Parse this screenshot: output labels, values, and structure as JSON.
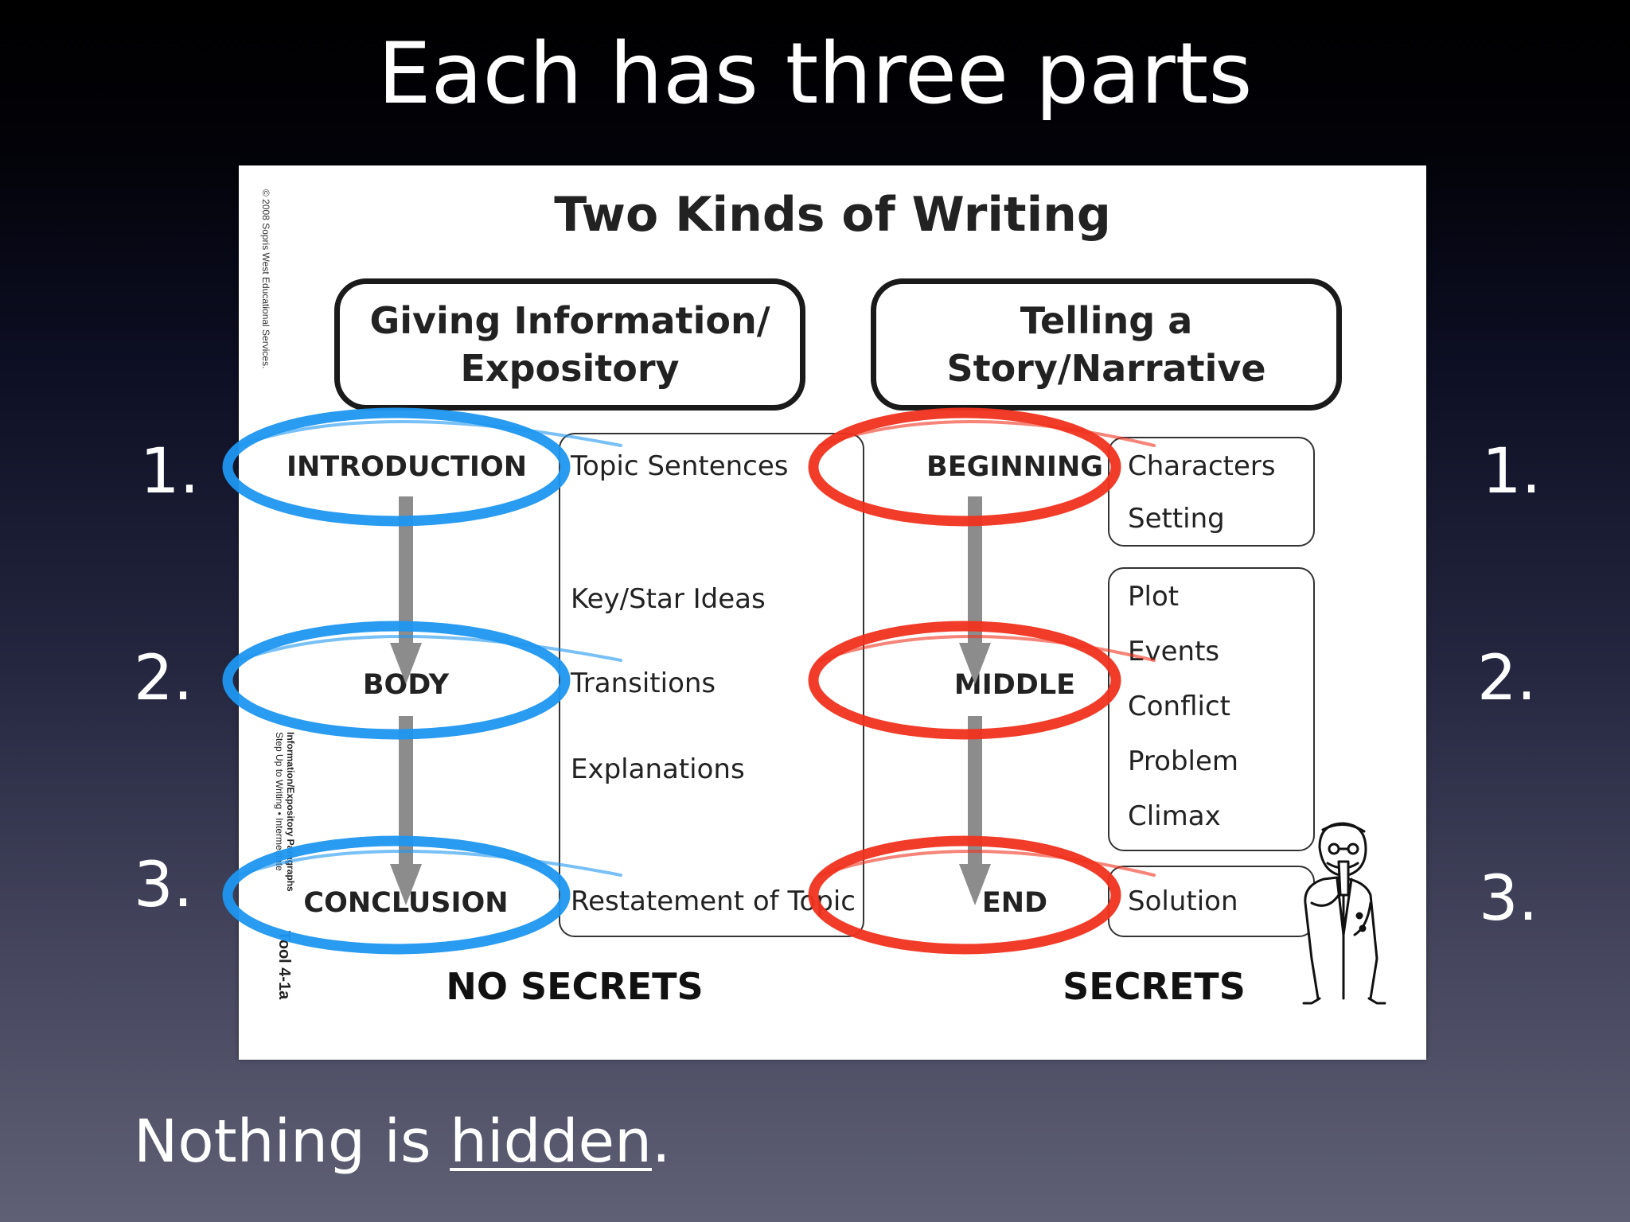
{
  "slide": {
    "title": "Each has three parts",
    "numbers_left": [
      "1.",
      "2.",
      "3."
    ],
    "numbers_right": [
      "1.",
      "2.",
      "3."
    ],
    "caption_prefix": "Nothing is ",
    "caption_emphasis": "hidden",
    "caption_suffix": "."
  },
  "card": {
    "title": "Two Kinds of Writing",
    "copyright": "© 2008 Sopris West Educational Services.",
    "side_note_line1": "Information/Expository Paragraphs",
    "side_note_line2": "Step Up to Writing • Intermediate",
    "tool_label": "Tool 4-1a",
    "expository": {
      "header_line1": "Giving Information/",
      "header_line2": "Expository",
      "stages": [
        "INTRODUCTION",
        "BODY",
        "CONCLUSION"
      ],
      "items": [
        "Topic Sentences",
        "Key/Star Ideas",
        "Transitions",
        "Explanations",
        "Restatement of Topic"
      ],
      "footer": "NO SECRETS"
    },
    "narrative": {
      "header_line1": "Telling a",
      "header_line2": "Story/Narrative",
      "stages": [
        "BEGINNING",
        "MIDDLE",
        "END"
      ],
      "group1": [
        "Characters",
        "Setting"
      ],
      "group2": [
        "Plot",
        "Events",
        "Conflict",
        "Problem",
        "Climax"
      ],
      "group3": [
        "Solution"
      ],
      "footer": "SECRETS"
    }
  },
  "colors": {
    "expository_circle": "#1e96f0",
    "narrative_circle": "#f0321e",
    "arrow": "#8c8c8c"
  },
  "icons": {
    "mascot": "shushing-man-illustration",
    "arrow": "down-arrow-icon"
  }
}
